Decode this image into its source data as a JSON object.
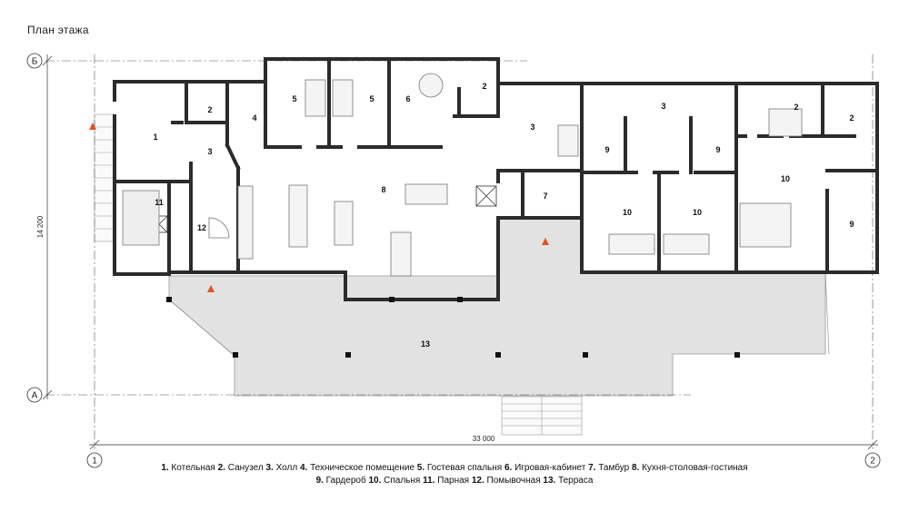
{
  "title": "План этажа",
  "axes": {
    "rows": [
      {
        "id": "b",
        "label": "Б"
      },
      {
        "id": "a",
        "label": "А"
      }
    ],
    "cols": [
      {
        "id": "c1",
        "label": "1"
      },
      {
        "id": "c2",
        "label": "2"
      }
    ]
  },
  "dimensions": {
    "width": "33 000",
    "height": "14 200"
  },
  "room_labels": [
    {
      "id": "r-1",
      "text": "1"
    },
    {
      "id": "r-2a",
      "text": "2"
    },
    {
      "id": "r-2b",
      "text": "2"
    },
    {
      "id": "r-2c",
      "text": "2"
    },
    {
      "id": "r-2d",
      "text": "2"
    },
    {
      "id": "r-3a",
      "text": "3"
    },
    {
      "id": "r-3b",
      "text": "3"
    },
    {
      "id": "r-3c",
      "text": "3"
    },
    {
      "id": "r-4",
      "text": "4"
    },
    {
      "id": "r-5a",
      "text": "5"
    },
    {
      "id": "r-5b",
      "text": "5"
    },
    {
      "id": "r-6",
      "text": "6"
    },
    {
      "id": "r-7",
      "text": "7"
    },
    {
      "id": "r-8",
      "text": "8"
    },
    {
      "id": "r-9a",
      "text": "9"
    },
    {
      "id": "r-9b",
      "text": "9"
    },
    {
      "id": "r-9c",
      "text": "9"
    },
    {
      "id": "r-10a",
      "text": "10"
    },
    {
      "id": "r-10b",
      "text": "10"
    },
    {
      "id": "r-10c",
      "text": "10"
    },
    {
      "id": "r-11",
      "text": "11"
    },
    {
      "id": "r-12",
      "text": "12"
    },
    {
      "id": "r-13",
      "text": "13"
    }
  ],
  "legend": {
    "line1": [
      {
        "num": "1.",
        "name": "Котельная"
      },
      {
        "num": "2.",
        "name": "Санузел"
      },
      {
        "num": "3.",
        "name": "Холл"
      },
      {
        "num": "4.",
        "name": "Техническое помещение"
      },
      {
        "num": "5.",
        "name": "Гостевая спальня"
      },
      {
        "num": "6.",
        "name": "Игровая-кабинет"
      },
      {
        "num": "7.",
        "name": "Тамбур"
      },
      {
        "num": "8.",
        "name": "Кухня-столовая-гостиная"
      }
    ],
    "line2": [
      {
        "num": "9.",
        "name": "Гардероб"
      },
      {
        "num": "10.",
        "name": "Спальня"
      },
      {
        "num": "11.",
        "name": "Парная"
      },
      {
        "num": "12.",
        "name": "Помывочная"
      },
      {
        "num": "13.",
        "name": "Терраса"
      }
    ]
  },
  "colors": {
    "wall": "#2b2b2b",
    "terrace": "#e2e2e2",
    "furniture": "#777777",
    "entry_marker": "#e8501e",
    "grid": "#555555"
  }
}
